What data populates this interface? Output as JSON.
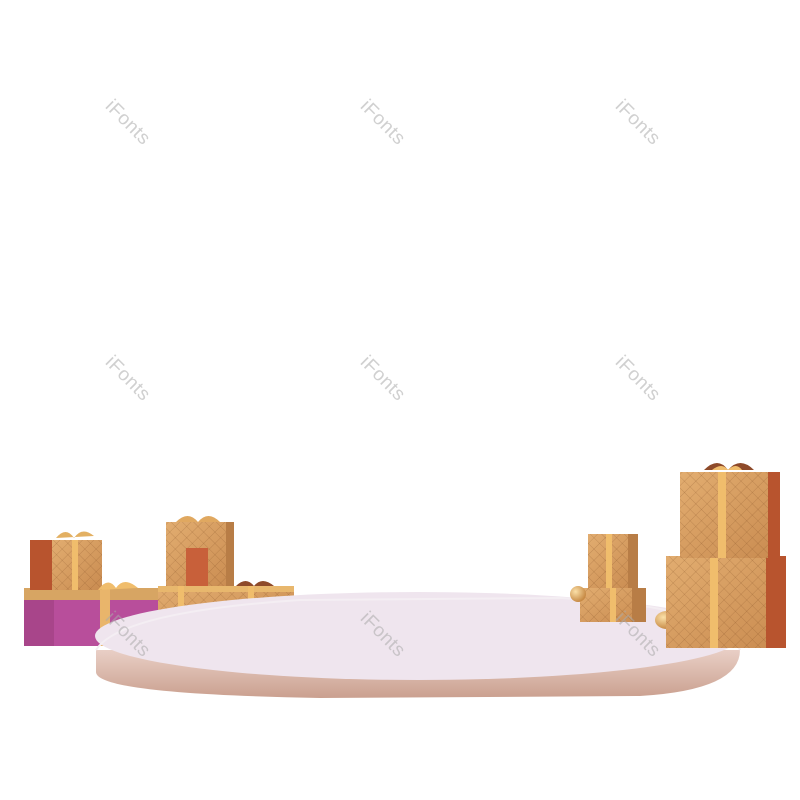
{
  "watermark": {
    "text": "iFonts"
  },
  "colors": {
    "background": "#ffffff",
    "podium_top": "#efe5ee",
    "podium_side": "#d4a89f",
    "gift_gold": "#d39a5e",
    "gift_gold_dark": "#b87d46",
    "gift_copper": "#b8542e",
    "gift_magenta": "#b84e9b",
    "ribbon_gold": "#f0bd6c"
  },
  "icons": {
    "podium": "round-display-podium",
    "gift": "wrapped-gift-box",
    "ornament": "gold-ball-ornament"
  }
}
